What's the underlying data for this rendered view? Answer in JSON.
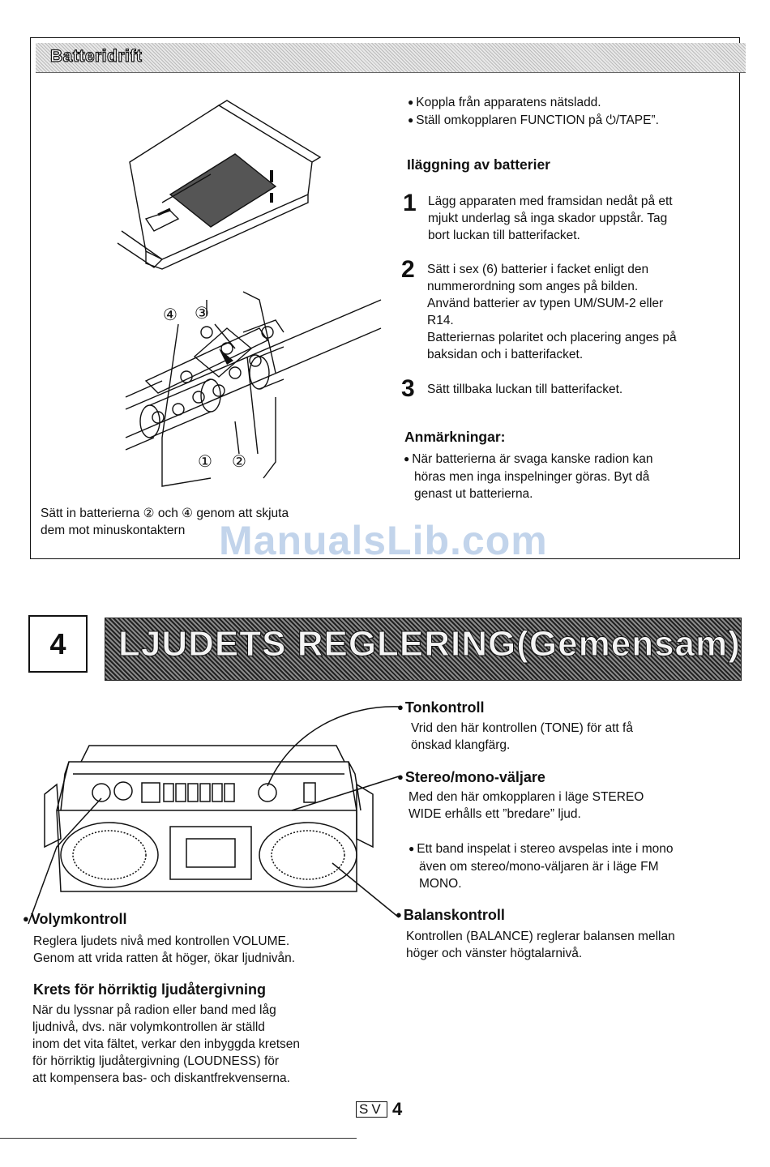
{
  "battery": {
    "title": "Batteridrift",
    "bullets": [
      "Koppla från apparatens nätsladd.",
      "Ställ omkopplaren FUNCTION på ⏻/TAPE”."
    ],
    "install_heading": "Iläggning av batterier",
    "steps": [
      {
        "num": "1",
        "lines": [
          "Lägg apparaten med framsidan nedåt på ett",
          "mjukt underlag så inga skador uppstår. Tag",
          "bort luckan till batterifacket."
        ]
      },
      {
        "num": "2",
        "lines": [
          "Sätt i sex (6) batterier i facket enligt den",
          "nummerordning som anges på bilden.",
          "Använd batterier av typen UM/SUM-2 eller",
          "R14.",
          "Batteriernas polaritet och placering anges på",
          "baksidan och i batterifacket."
        ]
      },
      {
        "num": "3",
        "lines": [
          "Sätt tillbaka luckan till batterifacket."
        ]
      }
    ],
    "remarks_heading": "Anmärkningar:",
    "remarks": [
      "När batterierna är svaga kanske radion kan",
      "höras men inga inspelninger göras.  Byt då",
      "genast ut batterierna."
    ],
    "caption": [
      "Sätt in batterierna ② och ④ genom att skjuta",
      "dem mot minuskontaktern"
    ],
    "markers": {
      "m1": "①",
      "m2": "②",
      "m3": "③",
      "m4": "④"
    }
  },
  "watermark": "ManualsLib.com",
  "section4": {
    "number": "4",
    "title": "LJUDETS REGLERING(Gemensam)",
    "tone": {
      "heading": "Tonkontroll",
      "lines": [
        "Vrid den här kontrollen (TONE) för att få",
        "önskad klangfärg."
      ]
    },
    "stereo": {
      "heading": "Stereo/mono-väljare",
      "lines": [
        "Med den här omkopplaren i läge STEREO",
        "WIDE erhålls ett ”bredare” ljud."
      ],
      "note": [
        "Ett band inspelat i stereo avspelas inte i mono",
        "även om stereo/mono-väljaren är i läge FM",
        "MONO."
      ]
    },
    "volume": {
      "heading": "Volymkontroll",
      "lines": [
        "Reglera ljudets nivå med kontrollen VOLUME.",
        "Genom att vrida ratten åt höger, ökar ljudnivån."
      ]
    },
    "balance": {
      "heading": "Balanskontroll",
      "lines": [
        "Kontrollen (BALANCE) reglerar balansen mellan",
        "höger och vänster högtalarnivå."
      ]
    },
    "loudness": {
      "heading": "Krets för hörriktig ljudåtergivning",
      "lines": [
        "När du lyssnar på radion eller band med låg",
        "ljudnivå, dvs. när volymkontrollen är ställd",
        "inom det vita fältet, verkar den inbyggda kretsen",
        "för hörriktig ljudåtergivning (LOUDNESS) för",
        "att kompensera bas- och diskantfrekvenserna."
      ]
    }
  },
  "footer": {
    "lang": "SV",
    "page": "4"
  }
}
